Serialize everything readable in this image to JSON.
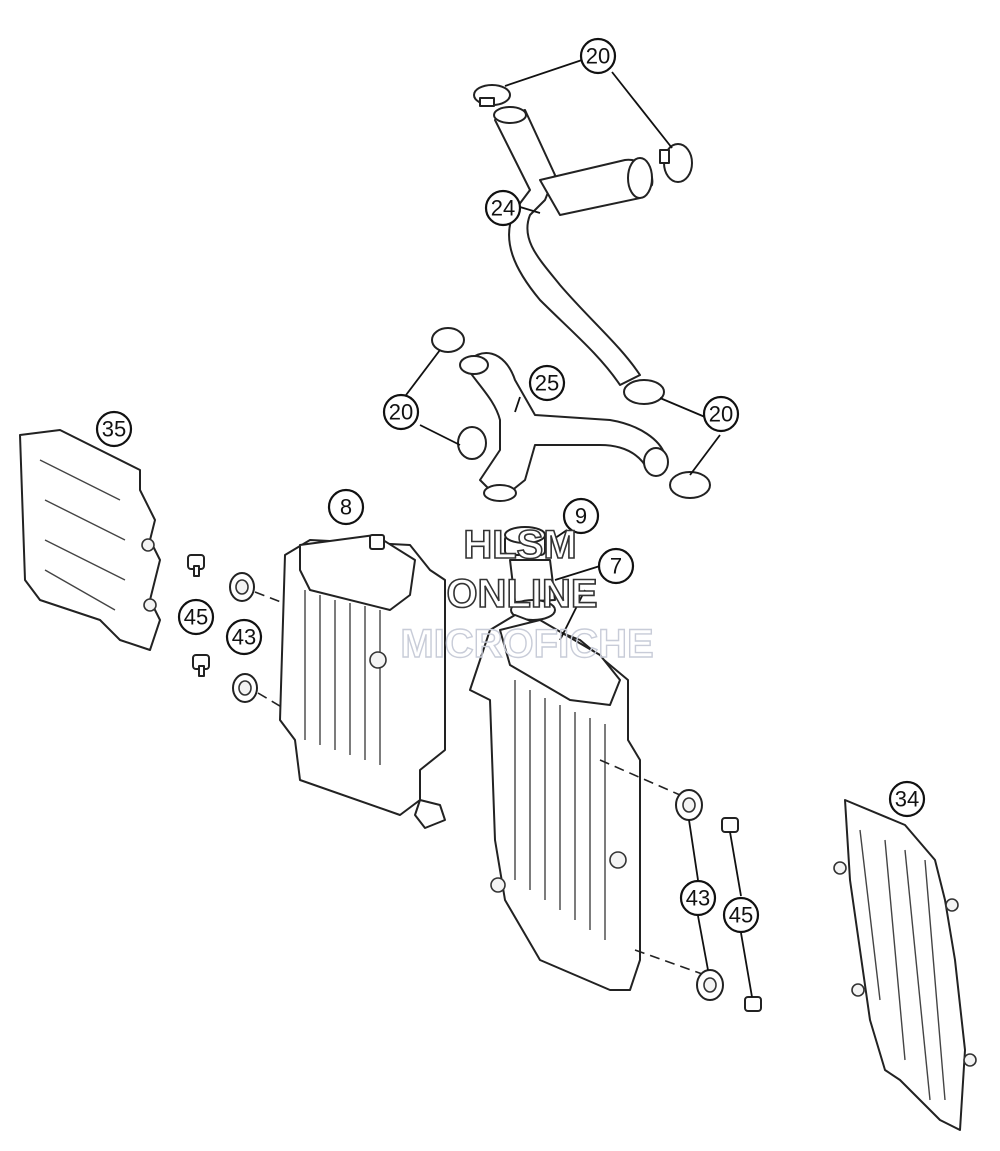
{
  "callouts": {
    "c20a": "20",
    "c24": "24",
    "c20b": "20",
    "c25": "25",
    "c20c": "20",
    "c35": "35",
    "c8": "8",
    "c9": "9",
    "c7": "7",
    "c45a": "45",
    "c43a": "43",
    "c34": "34",
    "c43b": "43",
    "c45b": "45"
  },
  "watermark": {
    "line1": "HLSM",
    "line2": "ONLINE",
    "line3": "MICROFICHE"
  }
}
